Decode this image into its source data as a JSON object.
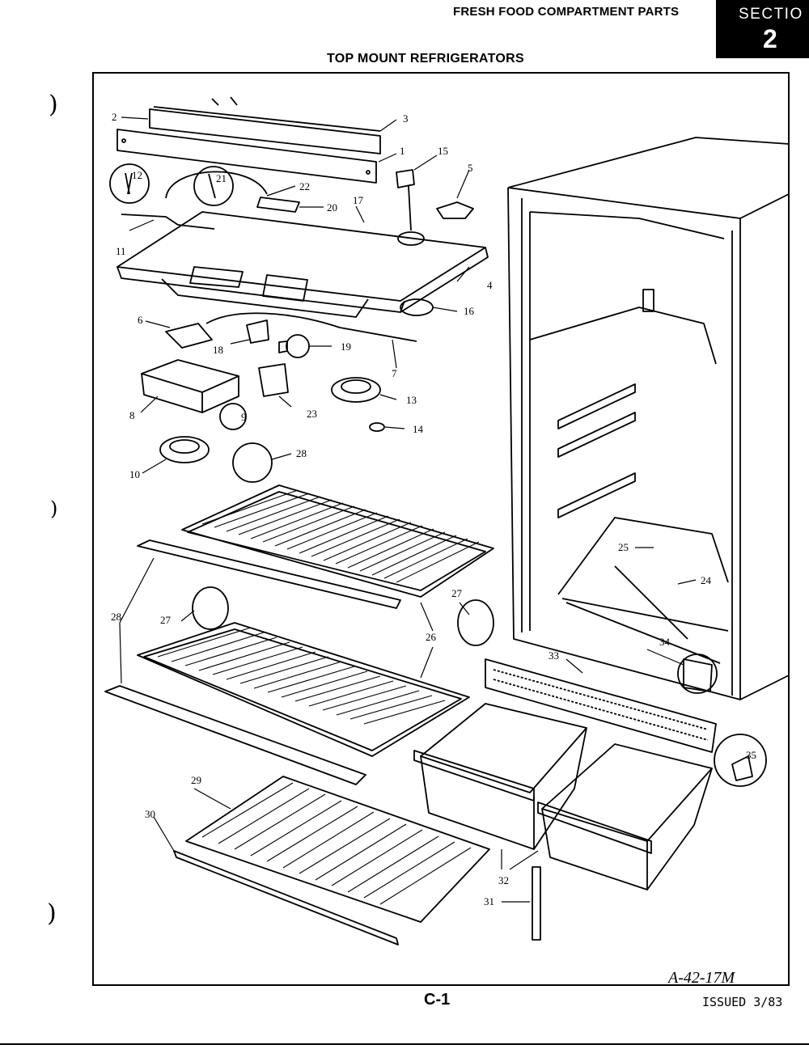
{
  "header": {
    "title": "FRESH FOOD COMPARTMENT PARTS",
    "section_word": "SECTIO",
    "section_number": "2",
    "subtitle": "TOP MOUNT REFRIGERATORS"
  },
  "callouts": [
    "1",
    "2",
    "3",
    "4",
    "5",
    "6",
    "7",
    "8",
    "9",
    "10",
    "11",
    "12",
    "13",
    "14",
    "15",
    "16",
    "17",
    "18",
    "19",
    "20",
    "21",
    "22",
    "23",
    "24",
    "25",
    "26",
    "27",
    "28",
    "29",
    "30",
    "31",
    "32",
    "33",
    "34",
    "35"
  ],
  "footer": {
    "drawing_ref": "A-42-17M",
    "page_number": "C-1",
    "issued": "ISSUED 3/83"
  }
}
